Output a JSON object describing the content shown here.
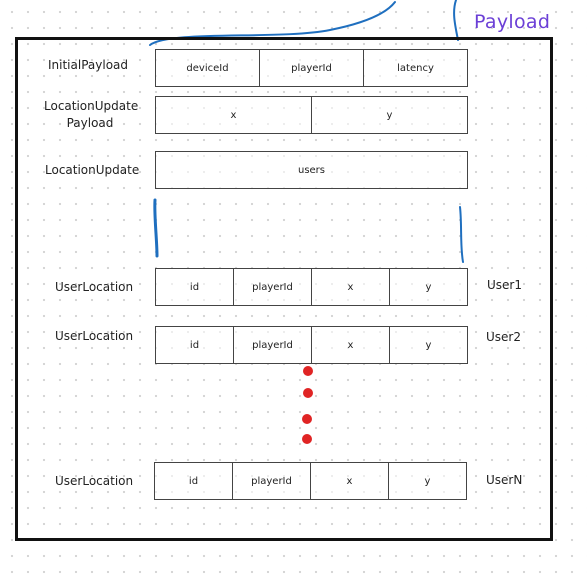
{
  "title": "Payload",
  "rows": [
    {
      "label": "InitialPayload",
      "fields": [
        "deviceId",
        "playerId",
        "latency"
      ],
      "side": ""
    },
    {
      "label": "LocationUpdate\nPayload",
      "fields": [
        "x",
        "y"
      ],
      "side": ""
    },
    {
      "label": "LocationUpdate",
      "fields": [
        "users"
      ],
      "side": ""
    },
    {
      "label": "UserLocation",
      "fields": [
        "id",
        "playerId",
        "x",
        "y"
      ],
      "side": "User1"
    },
    {
      "label": "UserLocation",
      "fields": [
        "id",
        "playerId",
        "x",
        "y"
      ],
      "side": "User2"
    },
    {
      "label": "UserLocation",
      "fields": [
        "id",
        "playerId",
        "x",
        "y"
      ],
      "side": "UserN"
    }
  ],
  "colors": {
    "title": "#6b3fd6",
    "brace": "#1f6fbf",
    "ellipsis_dots": "#e02424",
    "frame": "#111111"
  }
}
